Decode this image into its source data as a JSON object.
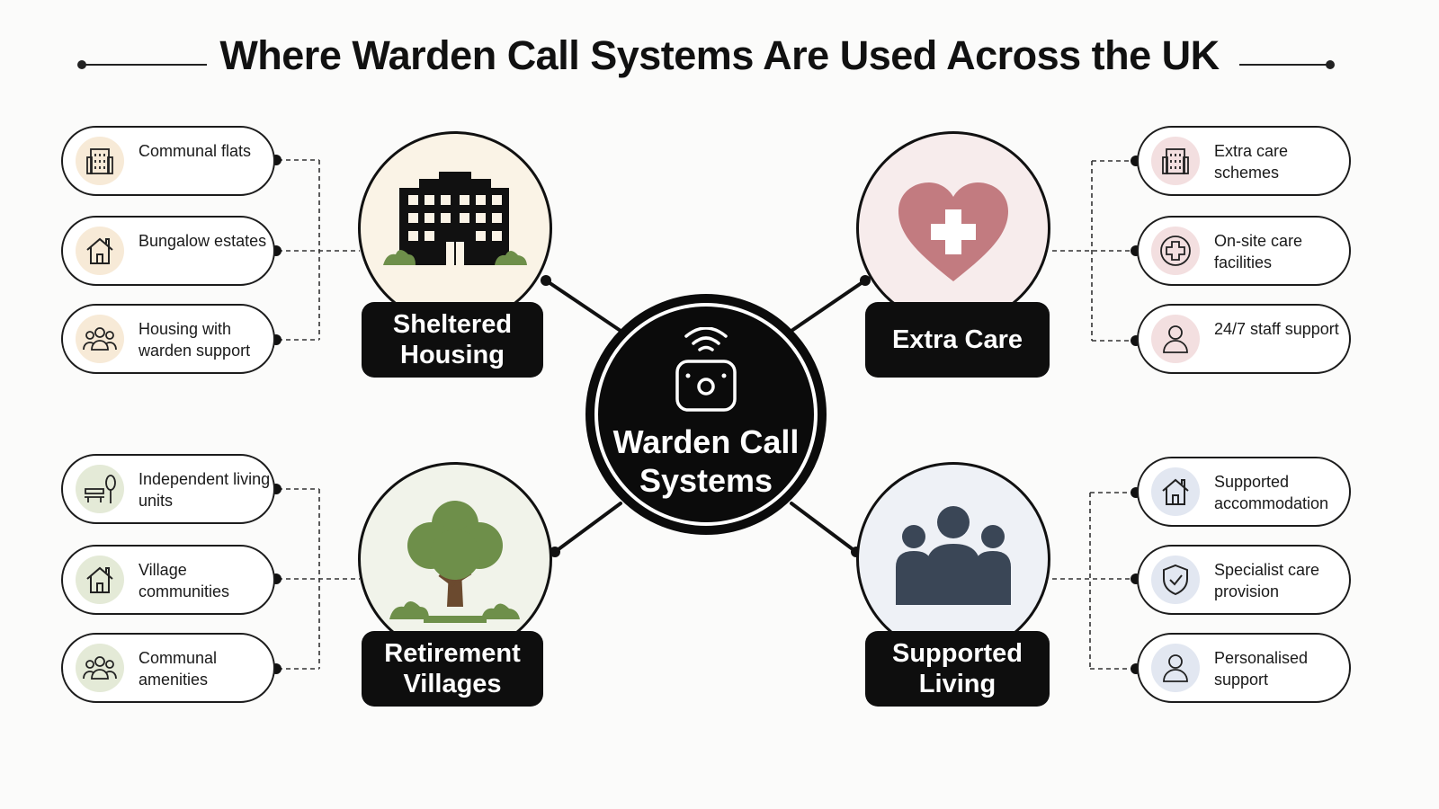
{
  "title": "Where Warden Call Systems Are Used Across the UK",
  "hub": {
    "label": "Warden Call Systems",
    "icon": "wireless-alarm-icon"
  },
  "categories": [
    {
      "name": "Sheltered Housing",
      "icon": "building-icon",
      "disc_color": "#faf3e6",
      "items": [
        {
          "label": "Communal flats",
          "icon": "building-icon"
        },
        {
          "label": "Bungalow estates",
          "icon": "house-icon"
        },
        {
          "label": "Housing with warden support",
          "icon": "people-icon"
        }
      ]
    },
    {
      "name": "Extra Care",
      "icon": "heart-cross-icon",
      "disc_color": "#f7ecec",
      "items": [
        {
          "label": "Extra care schemes",
          "icon": "building-icon"
        },
        {
          "label": "On-site care facilities",
          "icon": "medical-cross-icon"
        },
        {
          "label": "24/7 staff support",
          "icon": "person-icon"
        }
      ]
    },
    {
      "name": "Retirement Villages",
      "icon": "tree-icon",
      "disc_color": "#f1f3ea",
      "items": [
        {
          "label": "Independent living units",
          "icon": "bench-tree-icon"
        },
        {
          "label": "Village communities",
          "icon": "house-icon"
        },
        {
          "label": "Communal amenities",
          "icon": "people-icon"
        }
      ]
    },
    {
      "name": "Supported Living",
      "icon": "group-icon",
      "disc_color": "#eef1f6",
      "items": [
        {
          "label": "Supported accommodation",
          "icon": "house-icon"
        },
        {
          "label": "Specialist care provision",
          "icon": "shield-check-icon"
        },
        {
          "label": "Personalised support",
          "icon": "person-icon"
        }
      ]
    }
  ],
  "colors": {
    "sheltered_accent": "#f7ead7",
    "extra_care_accent": "#f3dfe0",
    "retirement_accent": "#e4ead7",
    "supported_accent": "#e2e7f1",
    "heart": "#c27b80",
    "tree_leaves": "#6e8f4a",
    "tree_trunk": "#6b4a2f",
    "people": "#3a4656"
  }
}
